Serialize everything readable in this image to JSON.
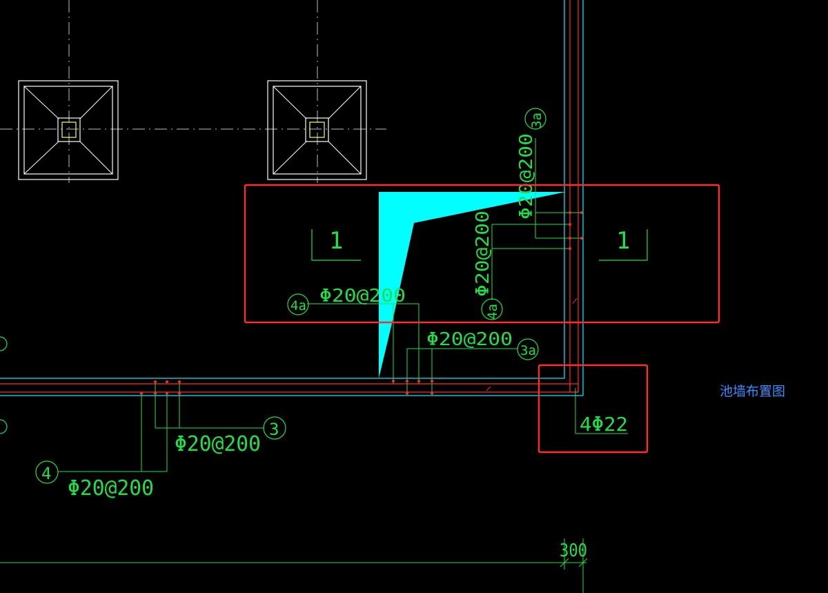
{
  "colors": {
    "background": "#000000",
    "wall_line": "#00e5ff",
    "rebar_line": "#ff2a2a",
    "annotation": "#1fe04a",
    "pile_outline": "#ffffff",
    "pile_core": "#ffff66",
    "haunch_fill": "#00ffff",
    "highlight_box": "#ff3030",
    "caption": "#3b8cff"
  },
  "labels": {
    "rebar_top_horizontal": "Φ20@200",
    "rebar_top_horizontal_mark": "4a",
    "rebar_vertical_left": "Φ20@200",
    "rebar_vertical_left_mark": "4a",
    "rebar_vertical_right": "Φ20@200",
    "rebar_vertical_right_mark": "3a",
    "rebar_lower_right": "Φ20@200",
    "rebar_lower_right_mark": "3a",
    "rebar_bottom_3": "Φ20@200",
    "rebar_bottom_3_mark": "3",
    "rebar_bottom_4": "Φ20@200",
    "rebar_bottom_4_mark": "4",
    "corner_bars": "4Φ22",
    "section_left": "1",
    "section_right": "1",
    "dimension": "300",
    "caption": "池墙布置图"
  }
}
